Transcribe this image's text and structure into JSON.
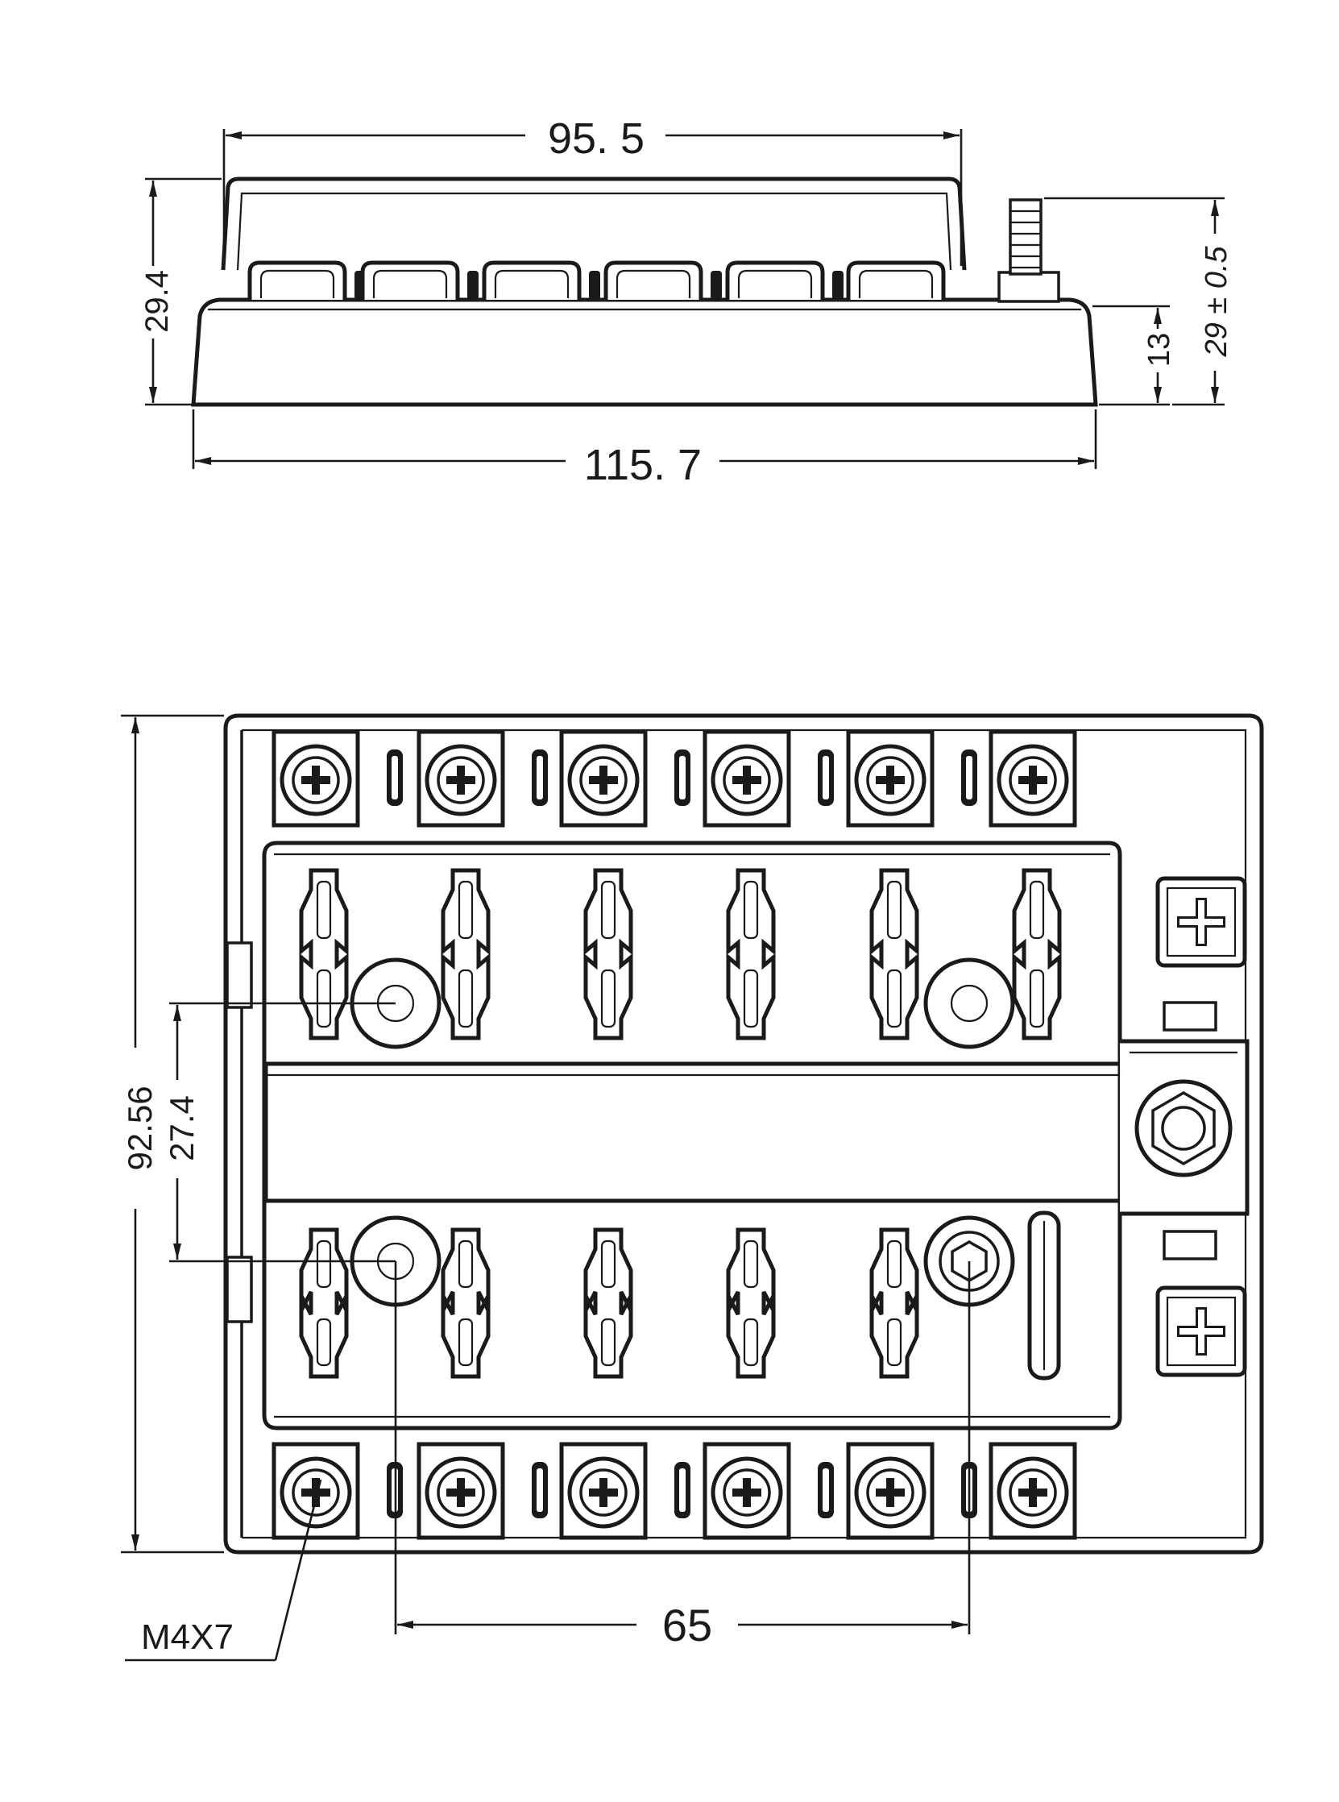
{
  "dimensions": {
    "top_width": "95. 5",
    "overall_width": "115. 7",
    "total_height": "29.4",
    "base_height": "13",
    "stud_height": "29 ± 0.5",
    "body_depth": "92.56",
    "mount_spacing_v": "27.4",
    "mount_spacing_h": "65",
    "screw_spec": "M4X7"
  }
}
